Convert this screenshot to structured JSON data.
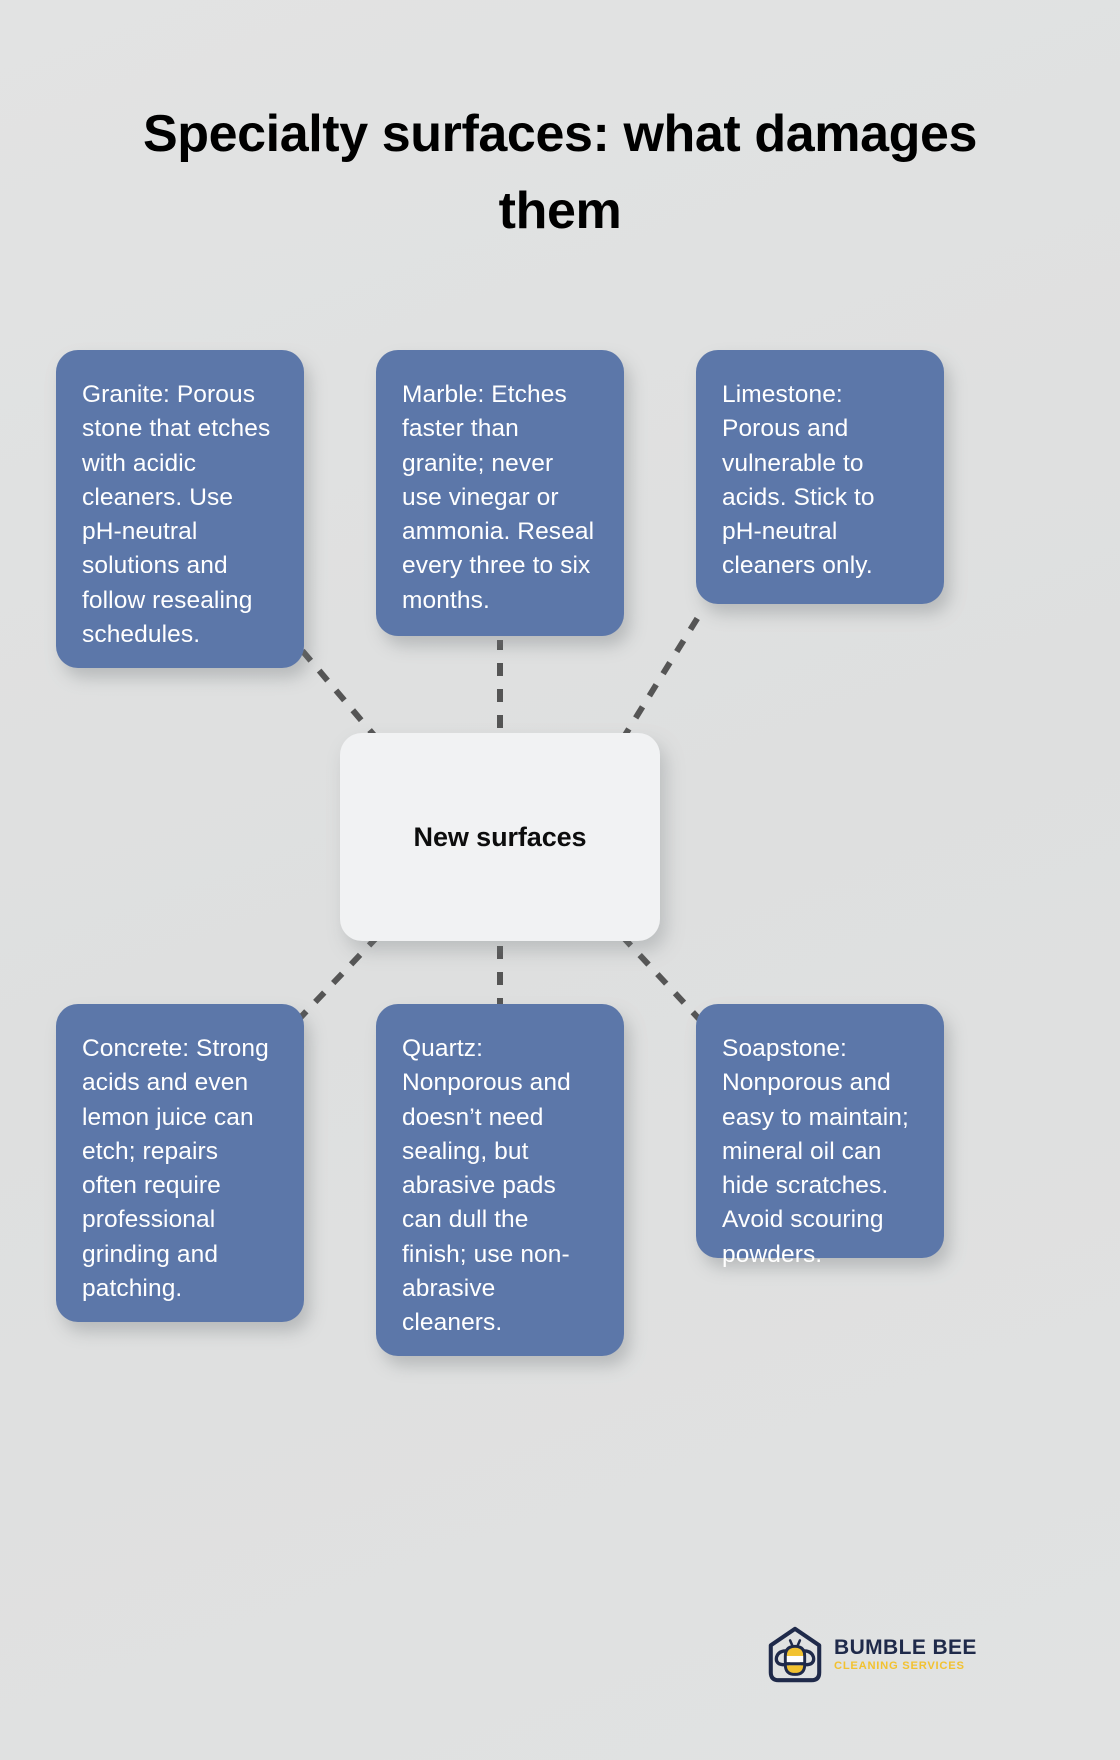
{
  "page": {
    "background_color": "#e0e1e1",
    "title": "Specialty surfaces: what damages them"
  },
  "center": {
    "label": "New surfaces",
    "background_color": "#f1f2f3",
    "text_color": "#0d0d0d"
  },
  "style": {
    "card_color": "#5c77a9",
    "card_text_color": "#ffffff",
    "connector_color": "#555555",
    "connector_style": "dashed"
  },
  "cards": [
    {
      "id": "granite",
      "name": "Granite",
      "text": "Granite: Porous stone that etches with acidic cleaners. Use pH-neutral solutions and follow resealing schedules.",
      "position": "top-left"
    },
    {
      "id": "marble",
      "name": "Marble",
      "text": "Marble: Etches faster than granite; never use vinegar or ammonia. Reseal every three to six months.",
      "position": "top-center"
    },
    {
      "id": "limestone",
      "name": "Limestone",
      "text": "Limestone: Porous and vulnerable to acids. Stick to pH-neutral cleaners only.",
      "position": "top-right"
    },
    {
      "id": "concrete",
      "name": "Concrete",
      "text": "Concrete: Strong acids and even lemon juice can etch; repairs often require professional grinding and patching.",
      "position": "bottom-left"
    },
    {
      "id": "quartz",
      "name": "Quartz",
      "text": "Quartz: Nonporous and doesn’t need sealing, but abrasive pads can dull the finish; use non-abrasive cleaners.",
      "position": "bottom-center"
    },
    {
      "id": "soapstone",
      "name": "Soapstone",
      "text": "Soapstone: Nonporous and easy to maintain; mineral oil can hide scratches. Avoid scouring powders.",
      "position": "bottom-right"
    }
  ],
  "logo": {
    "name": "BUMBLE BEE",
    "tagline": "CLEANING SERVICES",
    "mark": "bee-in-house-icon",
    "name_color": "#1f2a4a",
    "tagline_color": "#f2c230"
  }
}
